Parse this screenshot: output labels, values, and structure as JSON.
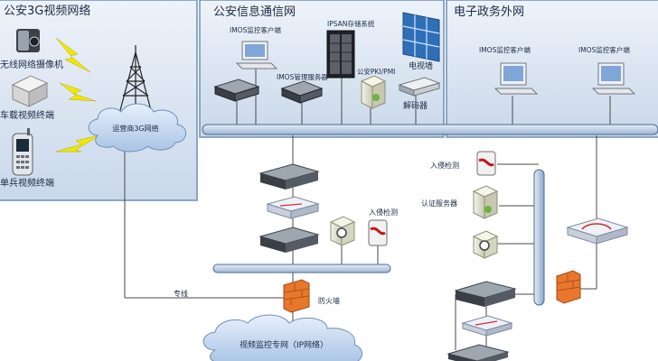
{
  "panels": {
    "mobile_3g": "公安3G视频网络",
    "police_net": "公安信息通信网",
    "egov": "电子政务外网"
  },
  "mobile": {
    "wireless_camera": "无线网络摄像机",
    "vehicle_terminal": "车载视频终端",
    "soldier_terminal": "单兵视频终端",
    "carrier_3g": "运营商3G网络"
  },
  "police": {
    "client": "IMOS监控客户端",
    "ipsan": "IPSAN存储系统",
    "tv_wall": "电视墙",
    "mgmt_server": "IMOS管理服务器",
    "pki": "公安PKI/PMI",
    "decoder": "解码器"
  },
  "egov_clients": [
    "IMOS监控客户端",
    "IMOS监控客户端"
  ],
  "middle": {
    "intrusion": "入侵检测",
    "leased_line": "专线",
    "firewall": "防火墙"
  },
  "right": {
    "intrusion": "入侵检测",
    "auth_server": "认证服务器"
  },
  "cloud_main": "视频监控专网（IP网络）",
  "colors": {
    "panel_fill": "#dde7f3",
    "panel_stroke": "#6f8fb5",
    "bus_fill": "#c9d8ea",
    "bus_stroke": "#4a6a93",
    "cloud_fill": "#cfe0f4",
    "lightning": "#f2e800",
    "firewall": "#e8772c"
  }
}
